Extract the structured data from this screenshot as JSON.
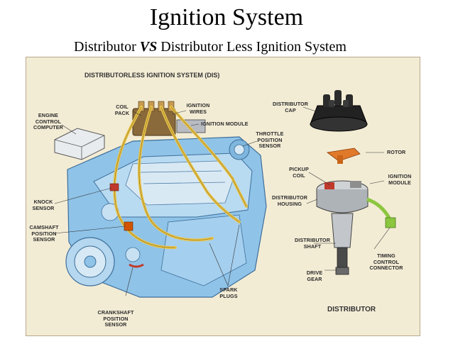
{
  "slide": {
    "title": "Ignition System",
    "subtitle_left": "Distributor ",
    "subtitle_vs": "VS",
    "subtitle_right": " Distributor Less Ignition System"
  },
  "figure": {
    "heading": "DISTRIBUTORLESS IGNITION SYSTEM (DIS)",
    "distributor_caption": "DISTRIBUTOR",
    "labels": {
      "engine_control_computer": "ENGINE\nCONTROL\nCOMPUTER",
      "coil_pack": "COIL\nPACK",
      "ignition_wires": "IGNITION\nWIRES",
      "ignition_module_dis": "IGNITION MODULE",
      "throttle_position_sensor": "THROTTLE\nPOSITION\nSENSOR",
      "knock_sensor": "KNOCK\nSENSOR",
      "camshaft_position_sensor": "CAMSHAFT\nPOSITION\nSENSOR",
      "crankshaft_position_sensor": "CRANKSHAFT\nPOSITION\nSENSOR",
      "spark_plugs": "SPARK\nPLUGS",
      "distributor_cap": "DISTRIBUTOR\nCAP",
      "rotor": "ROTOR",
      "pickup_coil": "PICKUP\nCOIL",
      "ignition_module_dist": "IGNITION\nMODULE",
      "distributor_housing": "DISTRIBUTOR\nHOUSING",
      "distributor_shaft": "DISTRIBUTOR\nSHAFT",
      "timing_control_connector": "TIMING\nCONTROL\nCONNECTOR",
      "drive_gear": "DRIVE\nGEAR"
    }
  },
  "colors": {
    "engine_blue": "#8fc3e8",
    "wire_yellow": "#e8c44a",
    "panel_bg": "#f3ecd5"
  }
}
